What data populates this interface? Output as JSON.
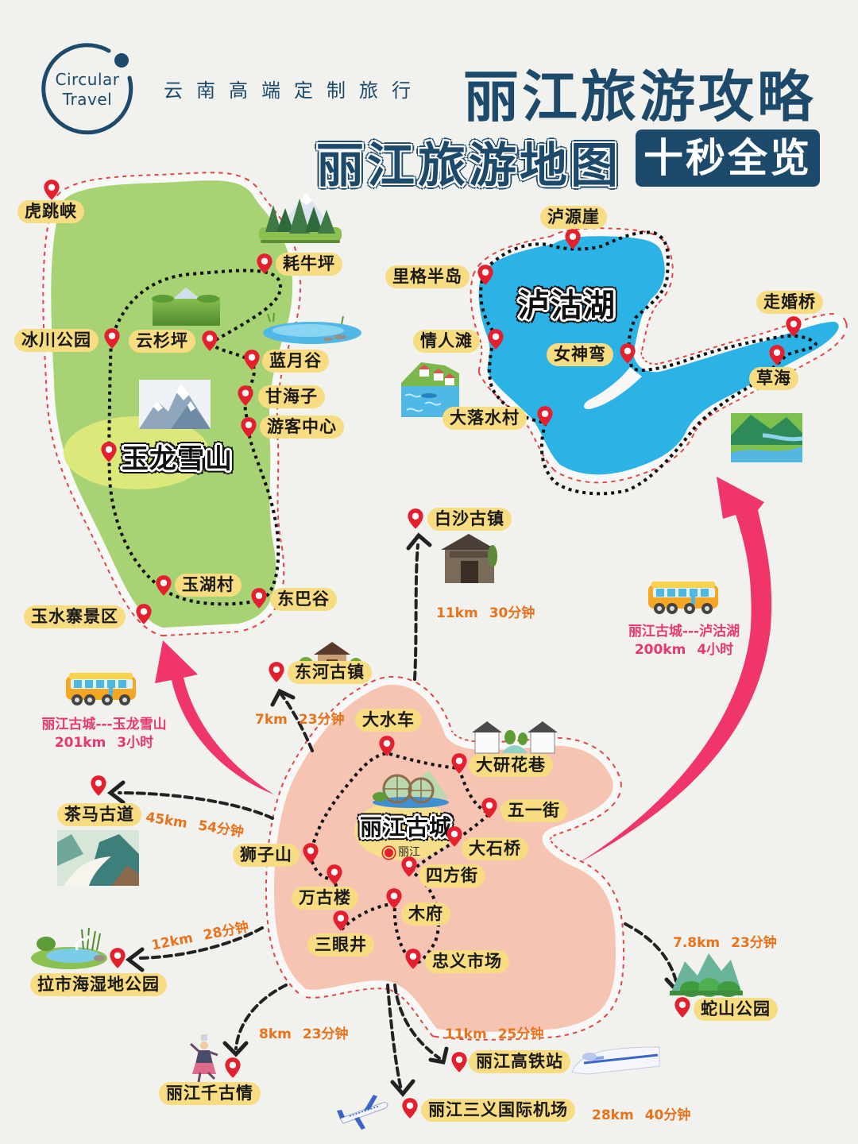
{
  "brand": {
    "logo_line1": "Circular",
    "logo_line2": "Travel",
    "tagline": "云南高端定制旅行"
  },
  "header": {
    "title": "丽江旅游攻略",
    "subtitle": "丽江旅游地图",
    "badge": "十秒全览"
  },
  "regions": {
    "yulong": {
      "name": "玉龙雪山",
      "spots": [
        "虎跳峡",
        "耗牛坪",
        "冰川公园",
        "云杉坪",
        "蓝月谷",
        "甘海子",
        "游客中心",
        "玉湖村",
        "东巴谷",
        "玉水寨景区"
      ]
    },
    "lugu": {
      "name": "泸沽湖",
      "spots": [
        "泸源崖",
        "里格半岛",
        "情人滩",
        "女神弯",
        "走婚桥",
        "草海",
        "大落水村"
      ]
    },
    "oldtown": {
      "name": "丽江古城",
      "city_marker": "丽江",
      "spots": [
        "大水车",
        "大研花巷",
        "五一街",
        "大石桥",
        "四方街",
        "狮子山",
        "万古楼",
        "木府",
        "三眼井",
        "忠义市场"
      ]
    }
  },
  "transfers": [
    {
      "route": "丽江古城---玉龙雪山",
      "distance": "201km",
      "time": "3小时",
      "icon": "bus-icon"
    },
    {
      "route": "丽江古城---泸沽湖",
      "distance": "200km",
      "time": "4小时",
      "icon": "bus-icon"
    }
  ],
  "nearby": [
    {
      "name": "白沙古镇",
      "distance": "11km",
      "time": "30分钟"
    },
    {
      "name": "东河古镇",
      "distance": "7km",
      "time": "23分钟"
    },
    {
      "name": "茶马古道",
      "distance": "45km",
      "time": "54分钟"
    },
    {
      "name": "拉市海湿地公园",
      "distance": "12km",
      "time": "28分钟"
    },
    {
      "name": "丽江千古情",
      "distance": "8km",
      "time": "23分钟"
    },
    {
      "name": "丽江高铁站",
      "distance": "11km",
      "time": "25分钟"
    },
    {
      "name": "丽江三义国际机场",
      "distance": "28km",
      "time": "40分钟"
    },
    {
      "name": "蛇山公园",
      "distance": "7.8km",
      "time": "23分钟"
    }
  ],
  "colors": {
    "brand_blue": "#1d4a6b",
    "background": "#f1f1ee",
    "mountain_region": "#a8d374",
    "lake_water": "#2cb3e6",
    "old_town_region": "#f6c4b2",
    "label_yellow": "#f7dc82",
    "pin_red": "#e4202e",
    "distance_orange": "#e8731c",
    "transfer_pink": "#ef3569",
    "route_dots": "#111111"
  },
  "icons": {
    "pin": "map-pin-icon",
    "bus": "bus-icon",
    "train": "train-icon",
    "plane": "plane-icon",
    "arrow": "dashed-arrow-icon"
  }
}
